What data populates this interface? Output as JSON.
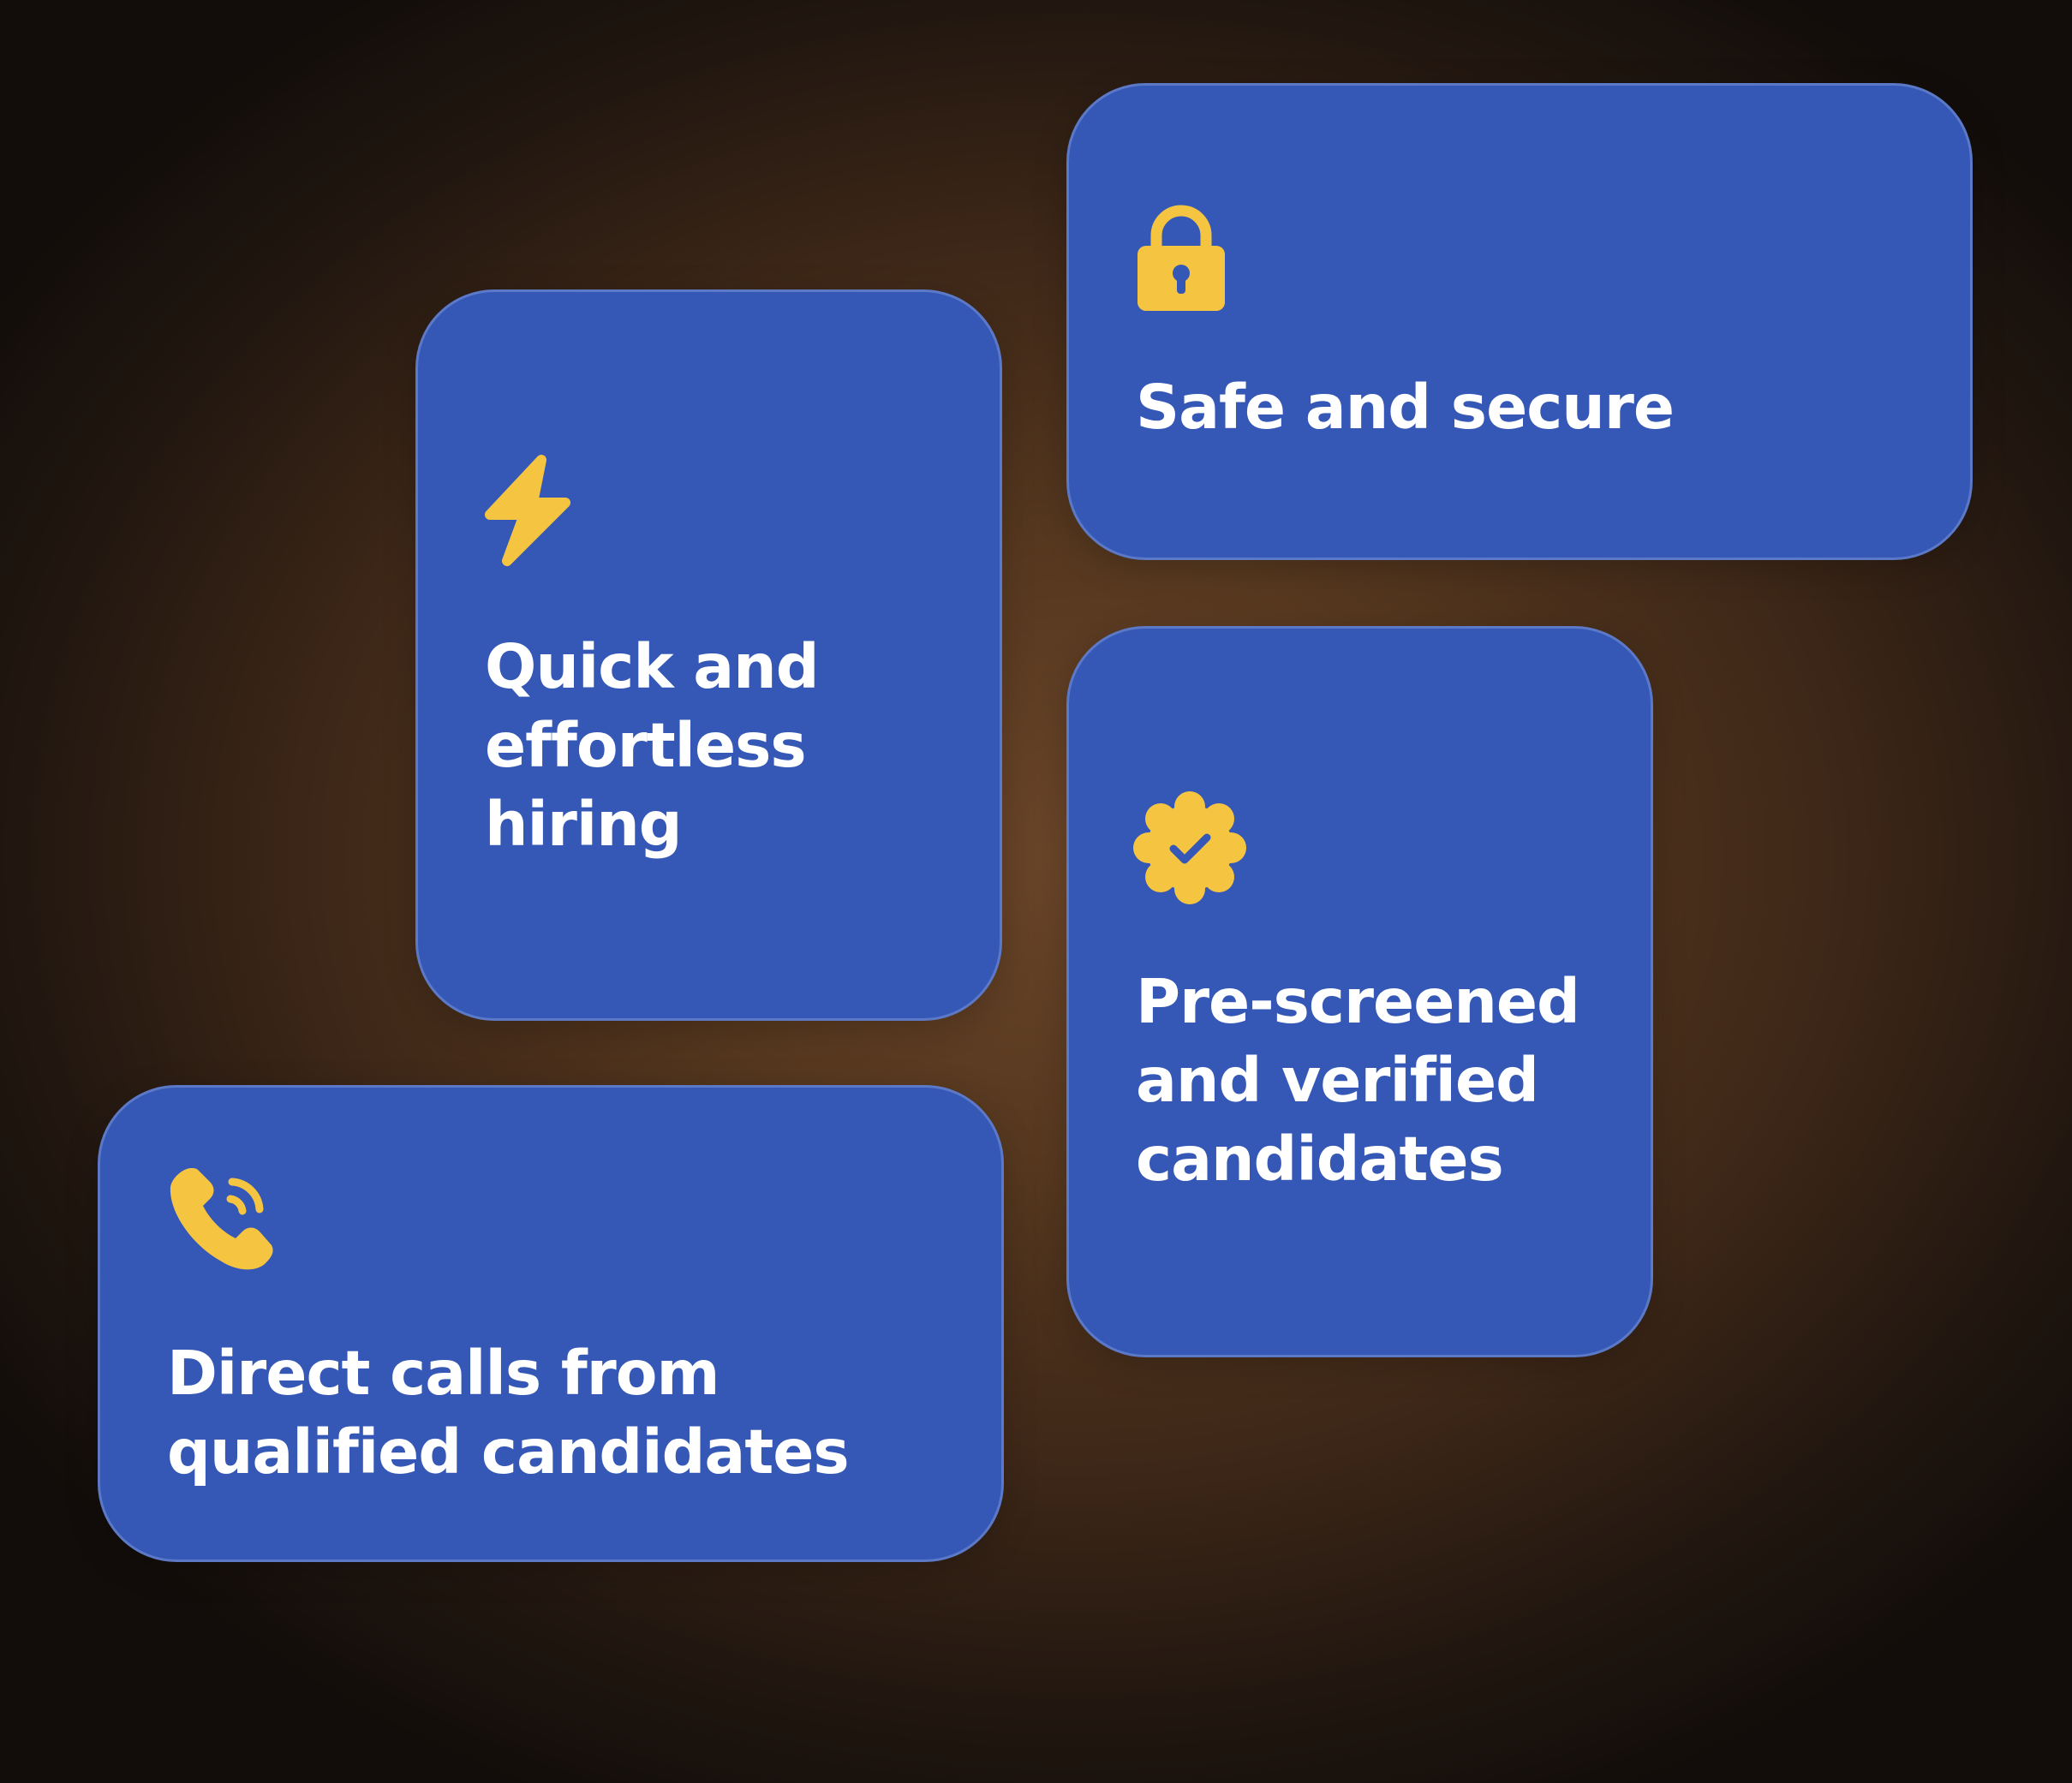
{
  "theme": {
    "card_color": "#3558b6",
    "icon_color": "#f5c542",
    "text_color": "#ffffff"
  },
  "cards": [
    {
      "icon": "lock-icon",
      "label": "Safe and secure"
    },
    {
      "icon": "lightning-bolt-icon",
      "label": "Quick and\neffortless\nhiring"
    },
    {
      "icon": "verified-badge-icon",
      "label": "Pre-screened\nand verified\ncandidates"
    },
    {
      "icon": "phone-ringing-icon",
      "label": "Direct calls from\nqualified candidates"
    }
  ]
}
